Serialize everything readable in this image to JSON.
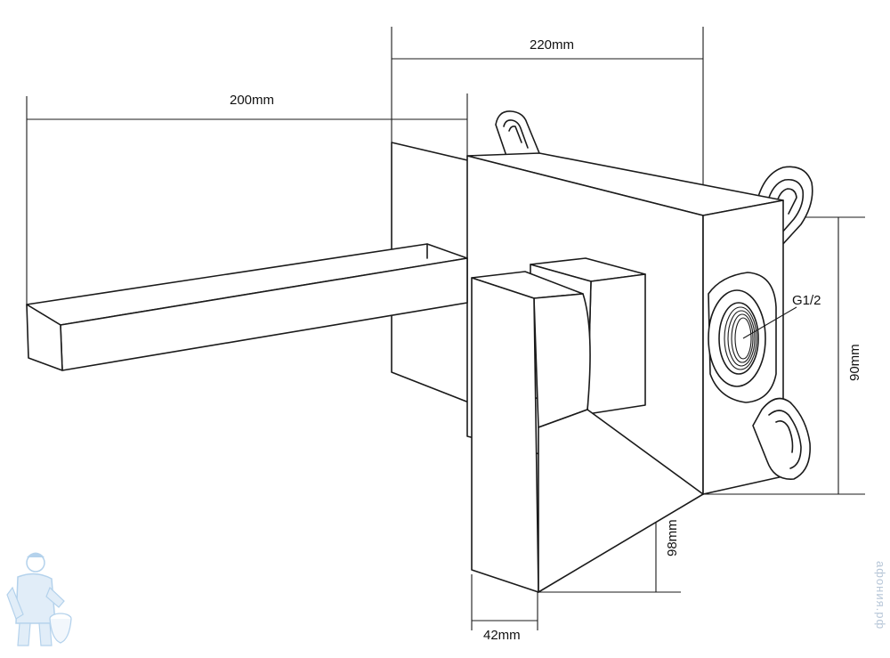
{
  "dimensions": {
    "width_220": "220mm",
    "width_200": "200mm",
    "thread": "G1/2",
    "height_90": "90mm",
    "height_98": "98mm",
    "width_42": "42mm"
  },
  "watermark": {
    "site": "афония.рф"
  },
  "colors": {
    "line": "#1a1a1a",
    "logo_blue": "#9cc3e6"
  }
}
